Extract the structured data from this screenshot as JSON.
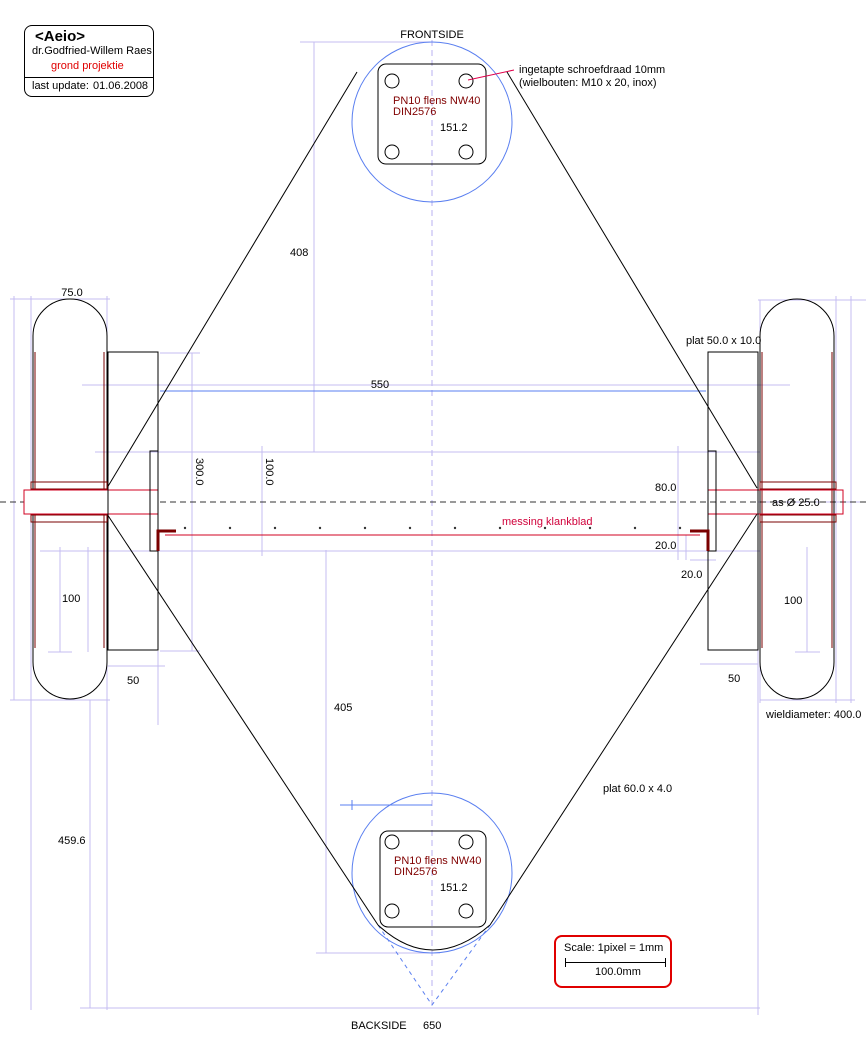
{
  "title_block": {
    "project": "<Aeio>",
    "author": "dr.Godfried-Willem Raes",
    "subtitle": "grond projektie",
    "last_update_label": "last update:",
    "last_update_value": "01.06.2008"
  },
  "labels": {
    "frontside": "FRONTSIDE",
    "backside": "BACKSIDE",
    "flange_top_line1": "PN10 flens NW40",
    "flange_top_line2": "DIN2576",
    "flange_bottom_line1": "PN10 flens NW40",
    "flange_bottom_line2": "DIN2576",
    "thread_note_line1": "ingetapte schroefdraad 10mm",
    "thread_note_line2": "(wielbouten: M10 x 20, inox)",
    "messing": "messing klankblad",
    "axle": "as Ø 25.0",
    "plate_side": "plat 50.0 x 10.0",
    "plate_diag": "plat 60.0 x 4.0",
    "wheel_diameter": "wieldiameter: 400.0"
  },
  "dimensions": {
    "flange_top": "151.2",
    "flange_bottom": "151.2",
    "d408": "408",
    "d75": "75.0",
    "d550": "550",
    "d300": "300.0",
    "d100v": "100.0",
    "d80": "80.0",
    "d20a": "20.0",
    "d20b": "20.0",
    "d100_left": "100",
    "d100_right": "100",
    "d50_left": "50",
    "d50_right": "50",
    "d405": "405",
    "d459": "459.6",
    "d650": "650"
  },
  "scale": {
    "label": "Scale: 1pixel = 1mm",
    "bar_label": "100.0mm"
  },
  "colors": {
    "dimension": "#c4bcf2",
    "axle": "#d00020",
    "wheel": "#7a0000",
    "circle": "#5a7ff0"
  }
}
